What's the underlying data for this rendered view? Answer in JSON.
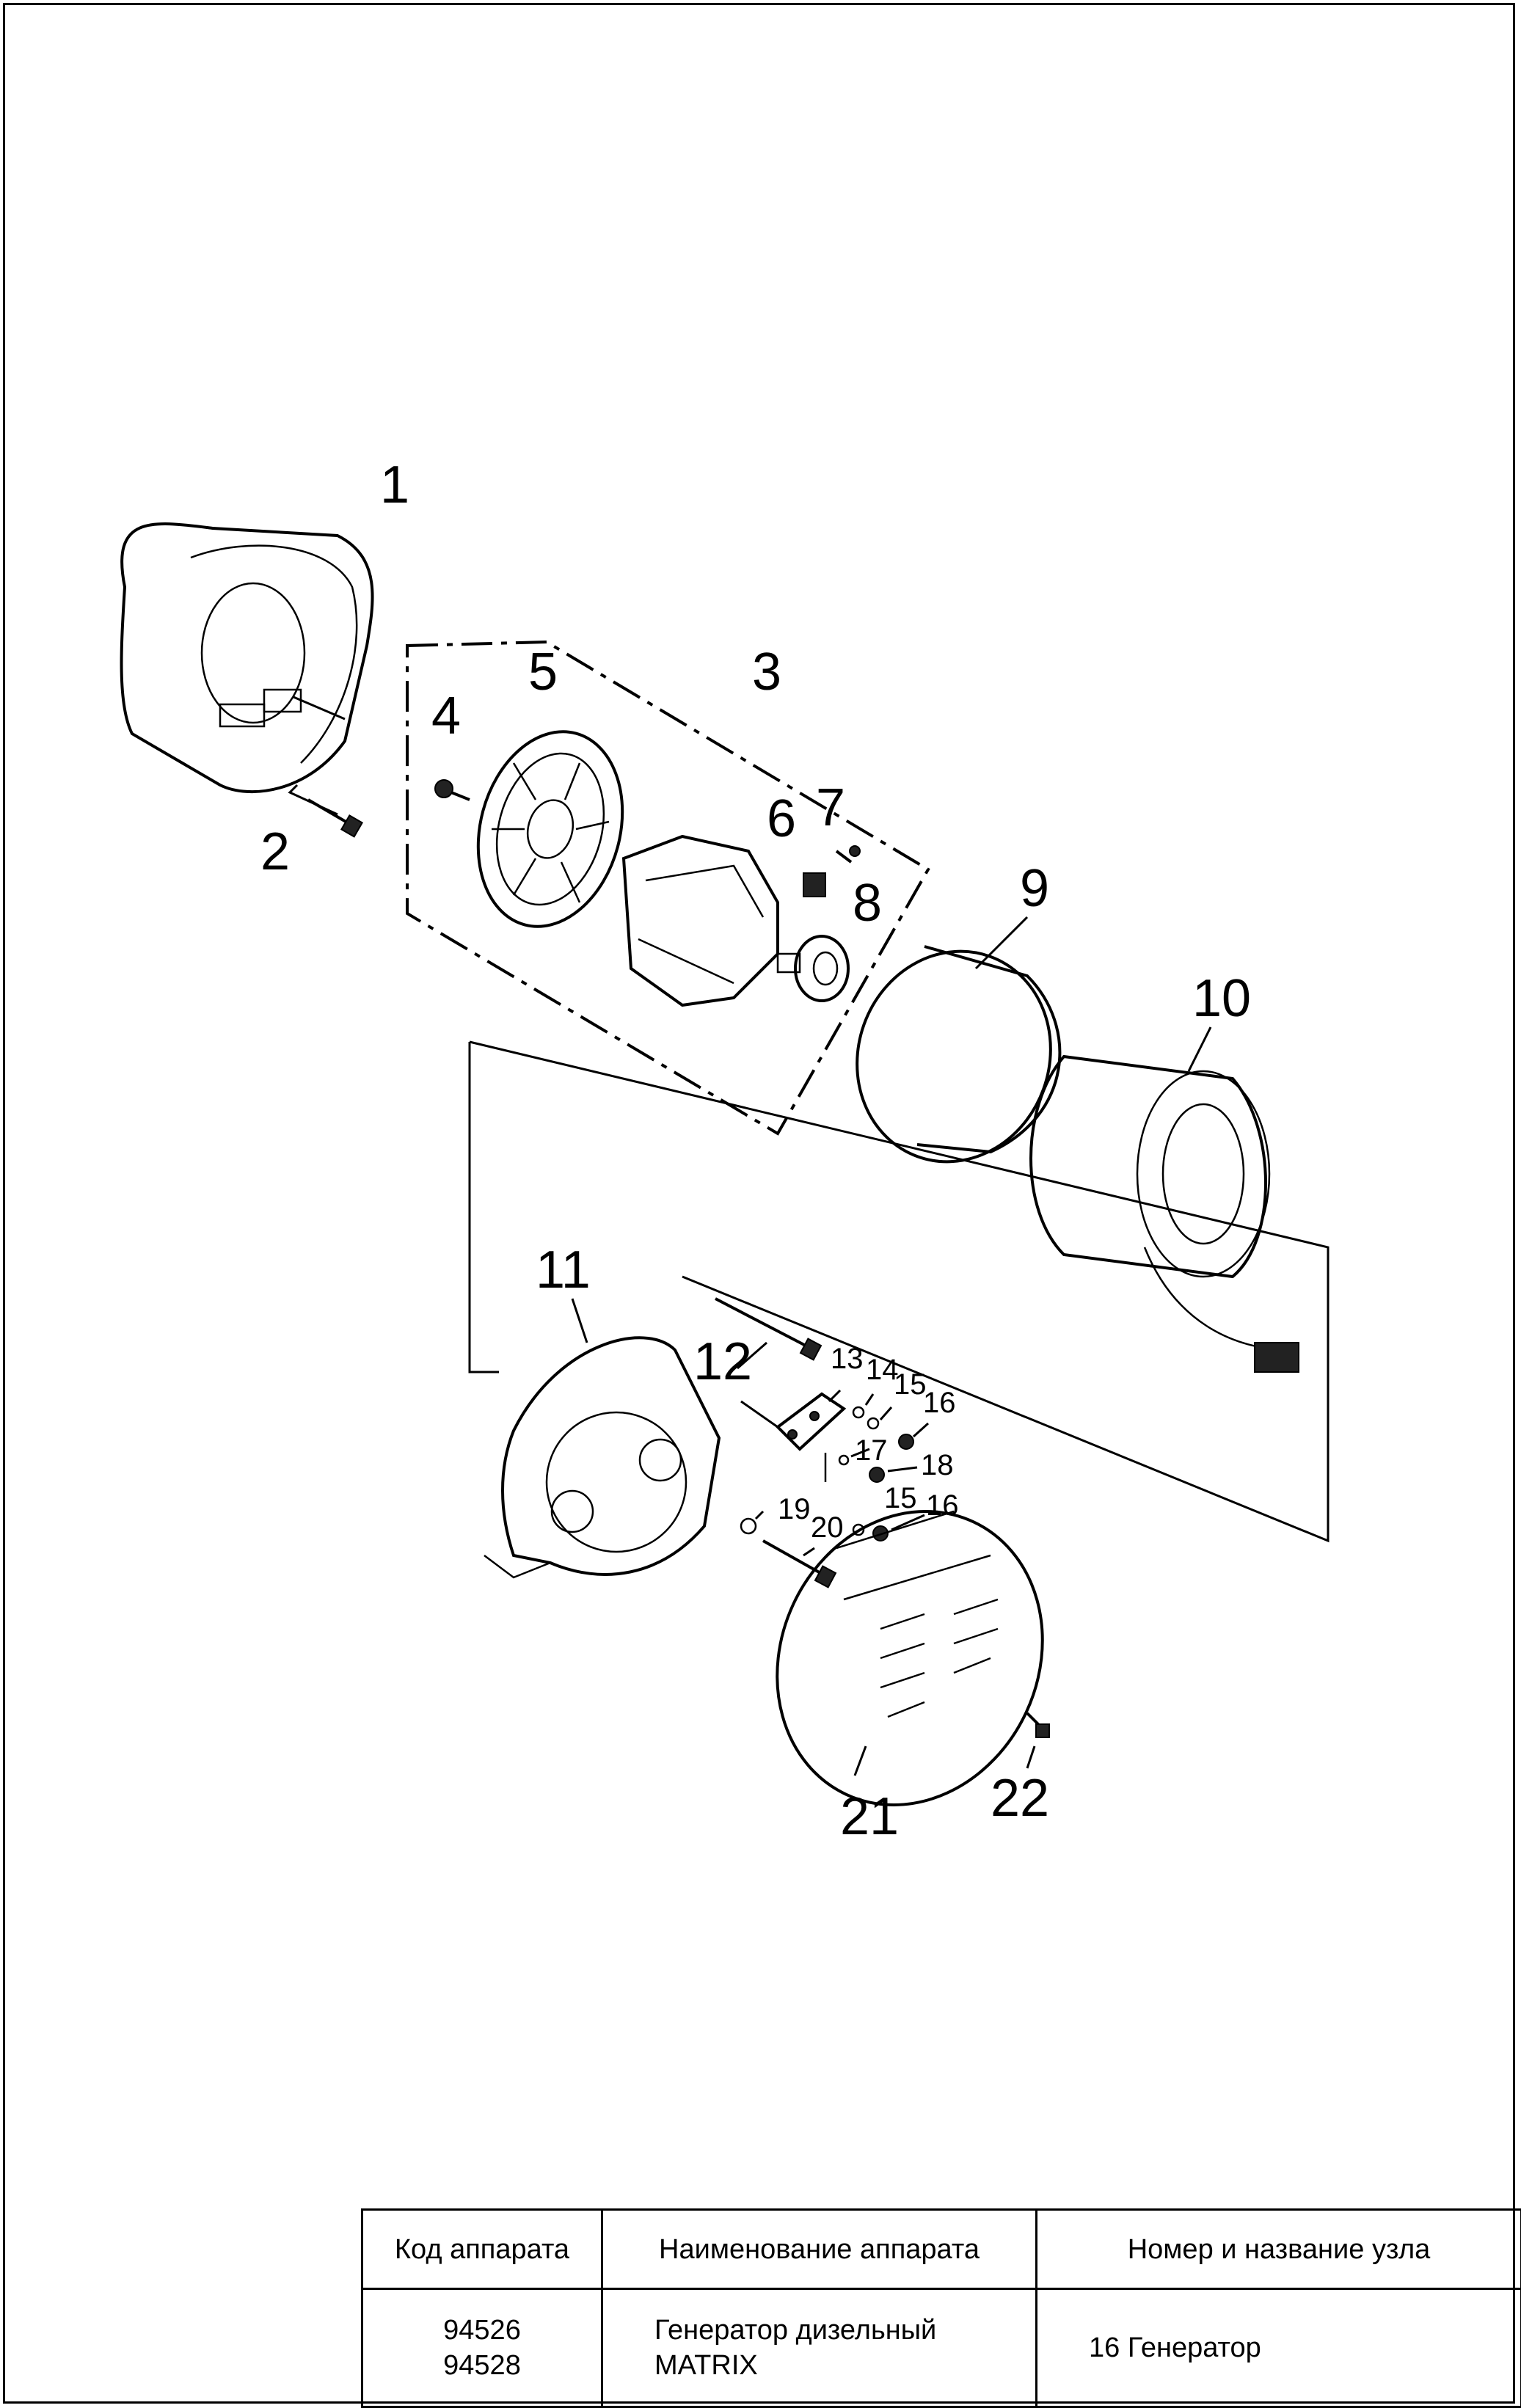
{
  "callouts": {
    "n1": "1",
    "n2": "2",
    "n3": "3",
    "n4": "4",
    "n5": "5",
    "n6": "6",
    "n7": "7",
    "n8": "8",
    "n9": "9",
    "n10": "10",
    "n11": "11",
    "n12": "12",
    "n13": "13",
    "n14": "14",
    "n15": "15",
    "n16": "16",
    "n17": "17",
    "n18": "18",
    "n15b": "15",
    "n16b": "16",
    "n19": "19",
    "n20": "20",
    "n21": "21",
    "n22": "22"
  },
  "table": {
    "headers": {
      "code": "Код аппарата",
      "name": "Наименование аппарата",
      "unit": "Номер и название узла"
    },
    "row": {
      "code_1": "94526",
      "code_2": "94528",
      "name_1": "Генератор дизельный",
      "name_2": "MATRIX",
      "unit": "16 Генератор"
    }
  }
}
